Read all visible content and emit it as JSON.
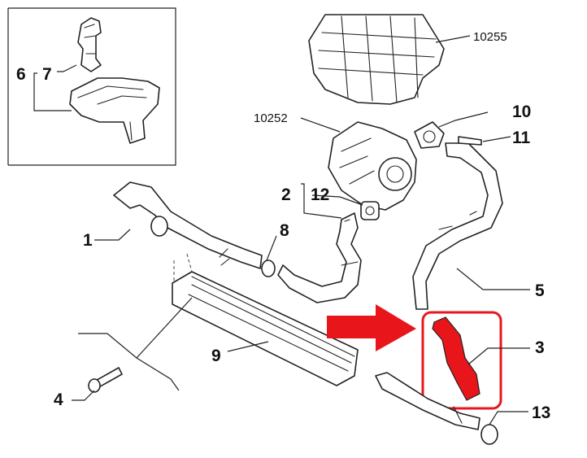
{
  "callouts": {
    "c1": "1",
    "c2": "2",
    "c3": "3",
    "c4": "4",
    "c5": "5",
    "c6": "6",
    "c7": "7",
    "c8": "8",
    "c9": "9",
    "c10": "10",
    "c11": "11",
    "c12": "12",
    "c13": "13"
  },
  "references": {
    "r10255": "10255",
    "r10252": "10252"
  },
  "colors": {
    "highlight": "#e8161b",
    "line": "#222222",
    "background": "#ffffff"
  }
}
